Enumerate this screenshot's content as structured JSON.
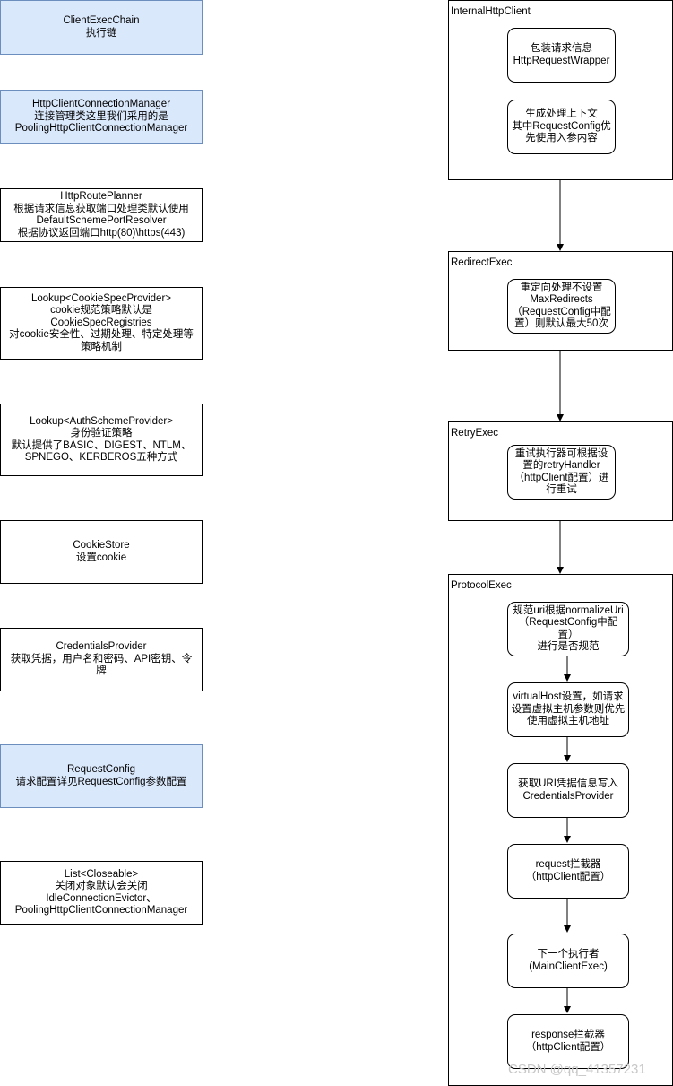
{
  "left_boxes": [
    {
      "lines": [
        "ClientExecChain",
        "执行链"
      ]
    },
    {
      "lines": [
        "HttpClientConnectionManager",
        "连接管理类这里我们采用的是",
        "PoolingHttpClientConnectionManager"
      ]
    },
    {
      "lines": [
        "HttpRoutePlanner",
        "根据请求信息获取端口处理类默认使用",
        "DefaultSchemePortResolver",
        "根据协议返回端口http(80)\\https(443)"
      ]
    },
    {
      "lines": [
        "Lookup<CookieSpecProvider>",
        "cookie规范策略默认是",
        "CookieSpecRegistries",
        "对cookie安全性、过期处理、特定处理等",
        "策略机制"
      ]
    },
    {
      "lines": [
        "Lookup<AuthSchemeProvider>",
        "身份验证策略",
        "默认提供了BASIC、DIGEST、NTLM、",
        "SPNEGO、KERBEROS五种方式"
      ]
    },
    {
      "lines": [
        "CookieStore",
        "设置cookie"
      ]
    },
    {
      "lines": [
        "CredentialsProvider",
        "获取凭据，用户名和密码、API密钥、令",
        "牌"
      ]
    },
    {
      "lines": [
        "RequestConfig",
        "请求配置详见RequestConfig参数配置"
      ]
    },
    {
      "lines": [
        "List<Closeable>",
        "关闭对象默认会关闭",
        "IdleConnectionEvictor、",
        "PoolingHttpClientConnectionManager"
      ]
    }
  ],
  "containers": {
    "internal": {
      "title": "InternalHttpClient",
      "steps": [
        {
          "lines": [
            "包装请求信息",
            "HttpRequestWrapper"
          ]
        },
        {
          "lines": [
            "生成处理上下文",
            "其中RequestConfig优",
            "先使用入参内容"
          ]
        }
      ]
    },
    "redirect": {
      "title": "RedirectExec",
      "steps": [
        {
          "lines": [
            "重定向处理不设置",
            "MaxRedirects",
            "（RequestConfig中配",
            "置）则默认最大50次"
          ]
        }
      ]
    },
    "retry": {
      "title": "RetryExec",
      "steps": [
        {
          "lines": [
            "重试执行器可根据设",
            "置的retryHandler",
            "（httpClient配置）进",
            "行重试"
          ]
        }
      ]
    },
    "protocol": {
      "title": "ProtocolExec",
      "steps": [
        {
          "lines": [
            "规范uri根据normalizeUri",
            "（RequestConfig中配",
            "置）",
            "进行是否规范"
          ]
        },
        {
          "lines": [
            "virtualHost设置，如请求",
            "设置虚拟主机参数则优先",
            "使用虚拟主机地址"
          ]
        },
        {
          "lines": [
            "获取URI凭据信息写入",
            "CredentialsProvider"
          ]
        },
        {
          "lines": [
            "request拦截器",
            "（httpClient配置）"
          ]
        },
        {
          "lines": [
            "下一个执行者",
            "(MainClientExec)"
          ]
        },
        {
          "lines": [
            "response拦截器",
            "（httpClient配置）"
          ]
        }
      ]
    }
  },
  "watermark": "CSDN @qq_41357231",
  "colors": {
    "blue_fill": "#dae8fc",
    "blue_stroke": "#6c8ebf",
    "stroke": "#000000",
    "watermark": "#c8c8c8"
  }
}
